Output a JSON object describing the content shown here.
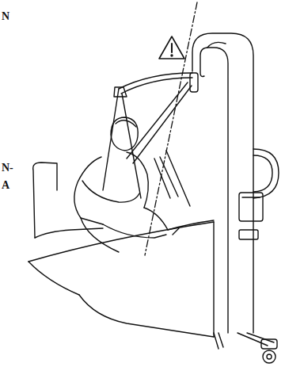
{
  "diagram": {
    "labels": [
      "N",
      "N-",
      "A"
    ]
  }
}
